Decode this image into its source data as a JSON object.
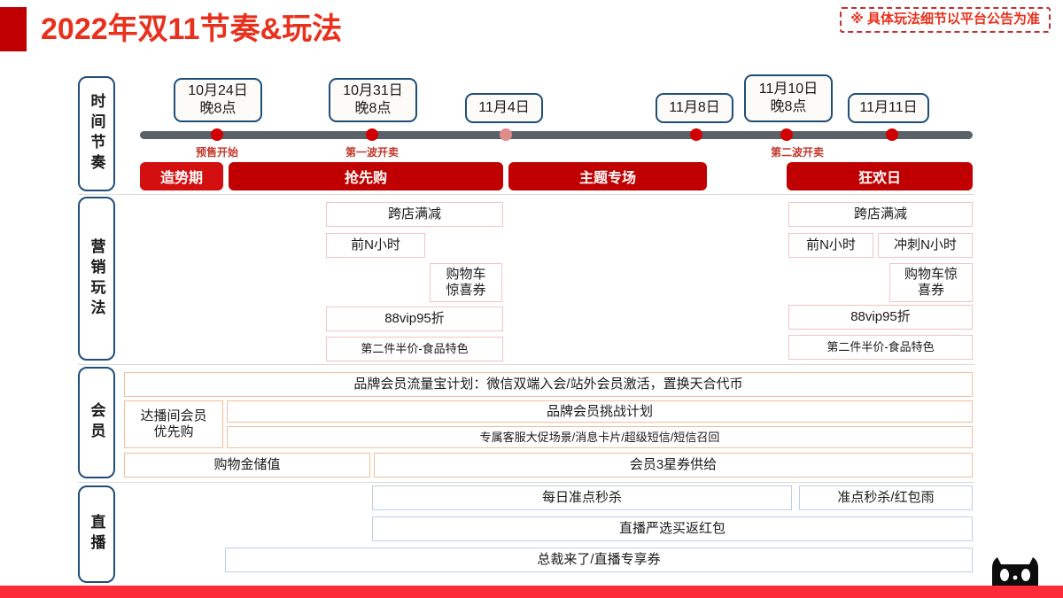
{
  "header": {
    "title": "2022年双11节奏&玩法",
    "note": "※ 具体玩法细节以平台公告为准",
    "note_star": "※",
    "note_text": "具体玩法细节以平台公告为准",
    "accent_red": "#e8301c",
    "block_red": "#c00000"
  },
  "row_labels": [
    {
      "id": "time-rhythm",
      "label": "时间节奏"
    },
    {
      "id": "marketing",
      "label": "营销玩法"
    },
    {
      "id": "member",
      "label": "会员"
    },
    {
      "id": "livestream",
      "label": "直播"
    }
  ],
  "timeline": {
    "dates": [
      {
        "id": "d1",
        "label": "10月24日\n晚8点"
      },
      {
        "id": "d2",
        "label": "10月31日\n晚8点"
      },
      {
        "id": "d3",
        "label": "11月4日"
      },
      {
        "id": "d4",
        "label": "11月8日"
      },
      {
        "id": "d5",
        "label": "11月10日\n晚8点"
      },
      {
        "id": "d6",
        "label": "11月11日"
      }
    ],
    "markers": [
      {
        "id": "m1",
        "label": "预售开始"
      },
      {
        "id": "m2",
        "label": "第一波开卖"
      },
      {
        "id": "m3",
        "label": "第二波开卖"
      }
    ],
    "phases": [
      {
        "id": "p1",
        "label": "造势期",
        "color": "#d30f0f"
      },
      {
        "id": "p2",
        "label": "抢先购",
        "color": "#c00000"
      },
      {
        "id": "p3",
        "label": "主题专场",
        "color": "#c00000"
      },
      {
        "id": "p4",
        "label": "狂欢日",
        "color": "#c00000"
      }
    ]
  },
  "marketing": {
    "left": [
      {
        "id": "ml1",
        "label": "跨店满减"
      },
      {
        "id": "ml2",
        "label": "前N小时"
      },
      {
        "id": "ml3",
        "label": "购物车\n惊喜券"
      },
      {
        "id": "ml4",
        "label": "88vip95折"
      },
      {
        "id": "ml5",
        "label": "第二件半价-食品特色"
      }
    ],
    "right": [
      {
        "id": "mr1",
        "label": "跨店满减"
      },
      {
        "id": "mr2",
        "label": "前N小时"
      },
      {
        "id": "mr3",
        "label": "冲刺N小时"
      },
      {
        "id": "mr4",
        "label": "购物车惊\n喜券"
      },
      {
        "id": "mr5",
        "label": "88vip95折"
      },
      {
        "id": "mr6",
        "label": "第二件半价-食品特色"
      }
    ]
  },
  "member": {
    "items": [
      {
        "id": "me1",
        "label": "品牌会员流量宝计划：微信双端入会/站外会员激活，置换天合代币"
      },
      {
        "id": "me2",
        "label": "达播间会员\n优先购"
      },
      {
        "id": "me3",
        "label": "品牌会员挑战计划"
      },
      {
        "id": "me4",
        "label": "专属客服大促场景/消息卡片/超级短信/短信召回"
      },
      {
        "id": "me5",
        "label": "购物金储值"
      },
      {
        "id": "me6",
        "label": "会员3星券供给"
      }
    ]
  },
  "livestream": {
    "items": [
      {
        "id": "lv1",
        "label": "每日准点秒杀"
      },
      {
        "id": "lv2",
        "label": "准点秒杀/红包雨"
      },
      {
        "id": "lv3",
        "label": "直播严选买返红包"
      },
      {
        "id": "lv4",
        "label": "总裁来了/直播专享券"
      }
    ]
  },
  "footer": {
    "bar_color": "#fb2b3a",
    "logo": "tmall-cat-logo"
  }
}
